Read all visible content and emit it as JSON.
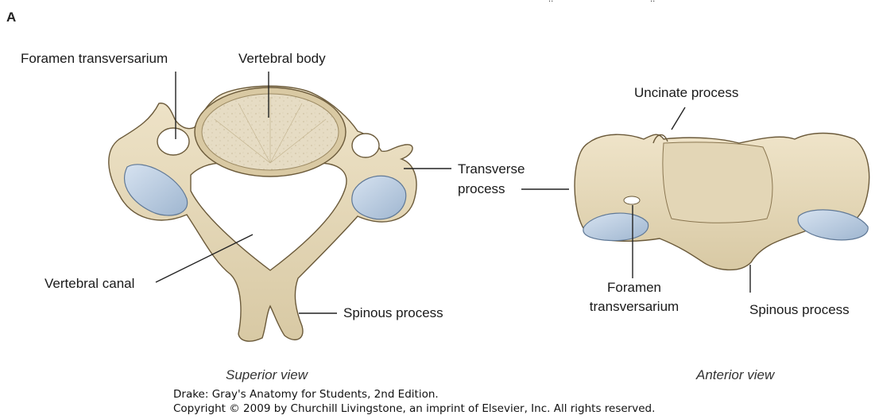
{
  "panel_letter": "A",
  "views": {
    "superior": "Superior view",
    "anterior": "Anterior view"
  },
  "labels": {
    "foramen_transversarium_superior": "Foramen transversarium",
    "vertebral_body": "Vertebral body",
    "transverse_process_line1": "Transverse",
    "transverse_process_line2": "process",
    "vertebral_canal": "Vertebral canal",
    "spinous_process_superior": "Spinous process",
    "uncinate_process": "Uncinate process",
    "foramen_transversarium_anterior_line1": "Foramen",
    "foramen_transversarium_anterior_line2": "transversarium",
    "spinous_process_anterior": "Spinous process"
  },
  "credit": {
    "line1": "Drake: Gray's Anatomy for Students, 2nd Edition.",
    "line2": "Copyright © 2009 by Churchill Livingstone, an imprint of Elsevier, Inc. All rights reserved."
  },
  "colors": {
    "bone": "#e8dcc0",
    "bone_shadow": "#c9b88f",
    "bone_outline": "#6b5a3a",
    "cancellous": "#e6dcc4",
    "cartilage": "#c3d4e6",
    "leader_line": "#222222"
  }
}
